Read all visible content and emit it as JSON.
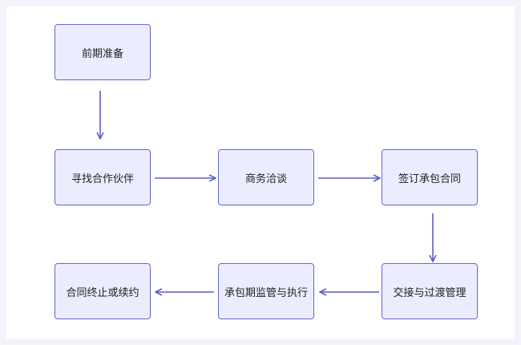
{
  "diagram": {
    "nodes": [
      {
        "id": "n1",
        "label": "前期准备"
      },
      {
        "id": "n2",
        "label": "寻找合作伙伴"
      },
      {
        "id": "n3",
        "label": "商务洽谈"
      },
      {
        "id": "n4",
        "label": "签订承包合同"
      },
      {
        "id": "n5",
        "label": "交接与过渡管理"
      },
      {
        "id": "n6",
        "label": "承包期监管与执行"
      },
      {
        "id": "n7",
        "label": "合同终止或续约"
      }
    ],
    "edges": [
      {
        "from": "n1",
        "to": "n2"
      },
      {
        "from": "n2",
        "to": "n3"
      },
      {
        "from": "n3",
        "to": "n4"
      },
      {
        "from": "n4",
        "to": "n5"
      },
      {
        "from": "n5",
        "to": "n6"
      },
      {
        "from": "n6",
        "to": "n7"
      }
    ],
    "colors": {
      "node_fill": "#ececff",
      "node_border": "#6467c9",
      "edge": "#5a5fc8",
      "text": "#222222",
      "page_background": "#f4f3fb"
    }
  }
}
